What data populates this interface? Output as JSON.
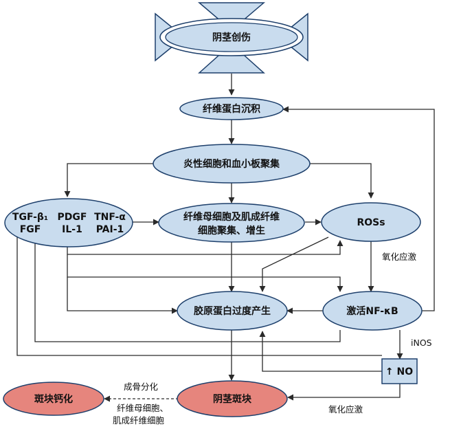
{
  "nodes": {
    "injury": "阴茎创伤",
    "fibrin": "纤维蛋白沉积",
    "inflam": "炎性细胞和血小板聚集",
    "factors": {
      "tgf": "TGF-β₁",
      "pdgf": "PDGF",
      "tnf": "TNF-α",
      "fgf": "FGF",
      "il1": "IL-1",
      "pai1": "PAI-1"
    },
    "fibro": {
      "line1": "纤维母细胞及肌成纤维",
      "line2": "细胞聚集、增生"
    },
    "ros": "ROSs",
    "collagen": "胶原蛋白过度产生",
    "nfkb": "激活NF-κB",
    "no": "↑ NO",
    "plaque": "阴茎斑块",
    "calc": "斑块钙化"
  },
  "edge_labels": {
    "oxidative_stress_ros": "氧化应激",
    "inos": "iNOS",
    "oxidative_stress_no": "氧化应激",
    "osteogenic": "成骨分化",
    "fibro_cells_1": "纤维母细胞、",
    "fibro_cells_2": "肌成纤维细胞"
  },
  "colors": {
    "node_fill": "#c9dcee",
    "node_stroke": "#1d3f6b",
    "plaque_fill": "#e6857d",
    "line": "#2a2a2a"
  }
}
